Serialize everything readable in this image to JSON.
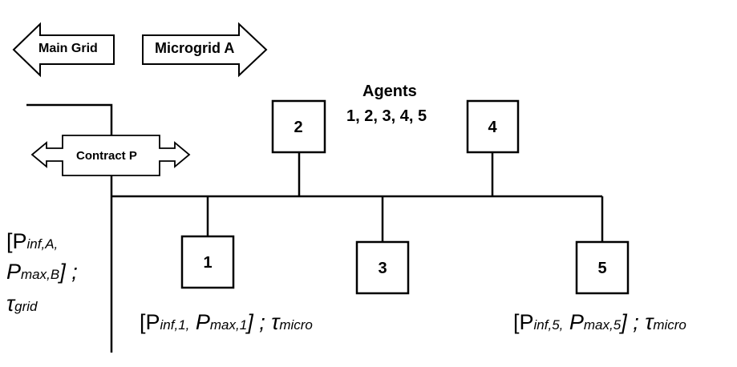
{
  "arrows": {
    "main_grid": "Main Grid",
    "microgrid": "Microgrid A",
    "contract": "Contract P"
  },
  "agents_header": {
    "title": "Agents",
    "list": "1, 2, 3, 4, 5"
  },
  "agents": [
    {
      "label": "1"
    },
    {
      "label": "2"
    },
    {
      "label": "3"
    },
    {
      "label": "4"
    },
    {
      "label": "5"
    }
  ],
  "formulas": {
    "grid": {
      "open": "[P",
      "inf_sub": "inf,A,",
      "pmax": "P",
      "max_sub": "max,B",
      "close": "] ;",
      "tau": "τ",
      "tau_sub": "grid"
    },
    "agent1": {
      "open": "[P",
      "inf_sub": "inf,1,",
      "pmax": " P",
      "max_sub": "max,1",
      "close": "] ; ",
      "tau": "τ",
      "tau_sub": "micro"
    },
    "agent5": {
      "open": "[P",
      "inf_sub": "inf,5,",
      "pmax": " P",
      "max_sub": "max,5",
      "close": "] ; ",
      "tau": "τ",
      "tau_sub": "micro"
    }
  }
}
